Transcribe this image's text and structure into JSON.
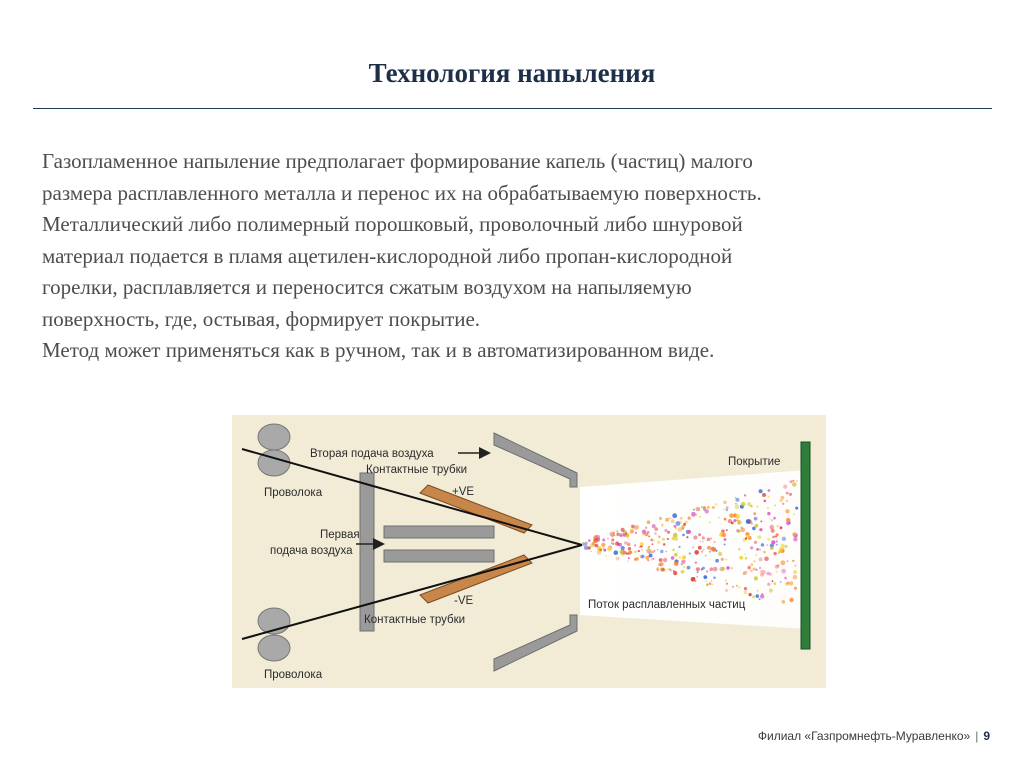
{
  "slide": {
    "title": "Технология напыления",
    "body_lines": [
      "Газопламенное напыление предполагает формирование капель (частиц) малого",
      "размера расплавленного металла и перенос их на обрабатываемую поверхность.",
      "Металлический либо полимерный порошковый, проволочный либо шнуровой",
      "материал подается в пламя ацетилен-кислородной либо пропан-кислородной",
      "горелки, расплавляется и переносится сжатым воздухом на напыляемую",
      "поверхность, где, остывая, формирует покрытие.",
      "Метод может применяться как в ручном, так и в автоматизированном  виде."
    ]
  },
  "diagram": {
    "labels": {
      "second_air": "Вторая подача воздуха",
      "contact_tubes_top": "Контактные трубки",
      "plus_ve": "+VE",
      "wire_top": "Проволока",
      "first_air_line1": "Первая",
      "first_air_line2": "подача воздуха",
      "minus_ve": "-VE",
      "contact_tubes_bottom": "Контактные трубки",
      "wire_bottom": "Проволока",
      "coating": "Покрытие",
      "particle_stream": "Поток расплавленных частиц"
    },
    "colors": {
      "background": "#f2ecd7",
      "nozzle_gray": "#8c8c8c",
      "contact_tube": "#c8874a",
      "substrate": "#2e7d3a"
    }
  },
  "footer": {
    "branch": "Филиал «Газпромнефть-Муравленко»",
    "separator": "|",
    "page_number": "9"
  }
}
